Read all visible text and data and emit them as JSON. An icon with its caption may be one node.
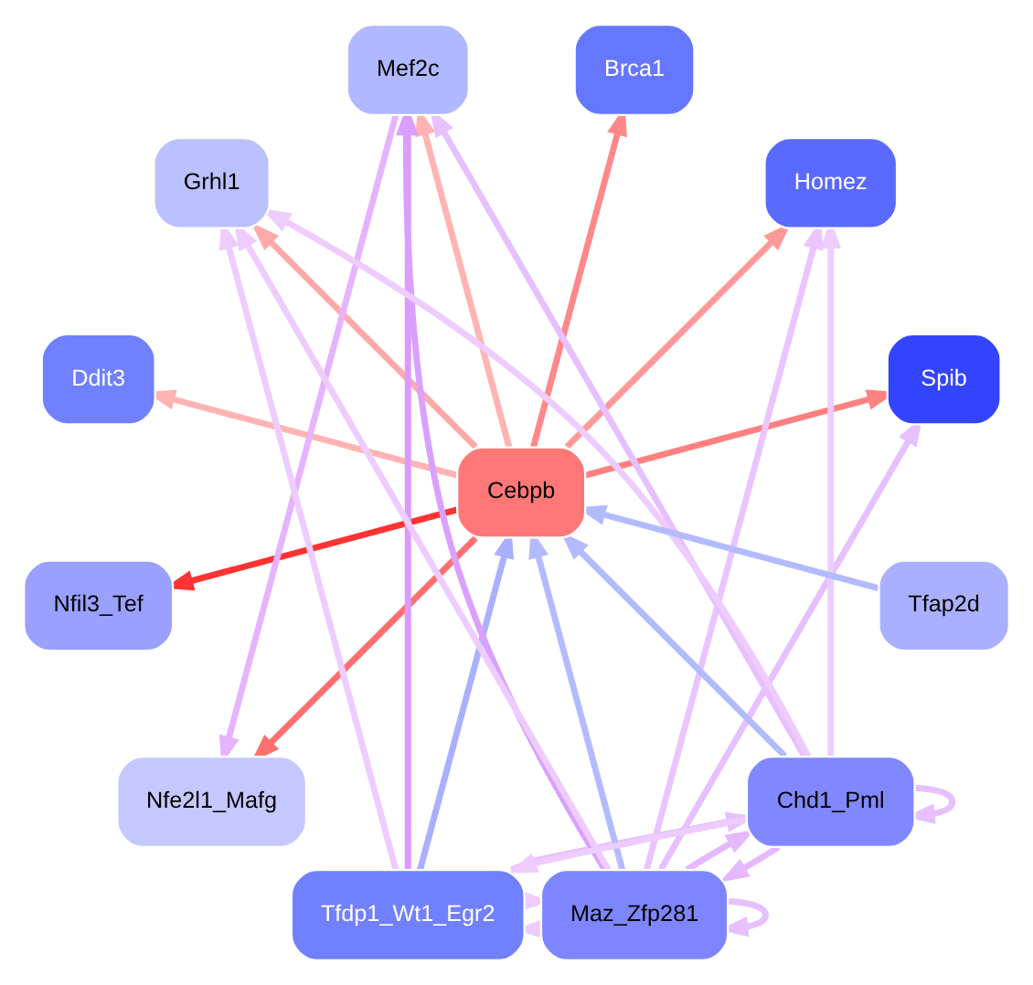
{
  "diagram": {
    "nodes": [
      {
        "text": [
          "Mef2c"
        ]
      },
      {
        "text": [
          "Brca1"
        ]
      },
      {
        "text": [
          "Grhl1"
        ]
      },
      {
        "text": [
          "Homez"
        ]
      },
      {
        "text": [
          "Ddit3"
        ]
      },
      {
        "text": [
          "Spib"
        ]
      },
      {
        "text": [
          "Cebpb"
        ]
      },
      {
        "text": [
          "Nfil3_Tef"
        ]
      },
      {
        "text": [
          "Tfap2d"
        ]
      },
      {
        "text": [
          "Nfe2l1_Mafg"
        ]
      },
      {
        "text": [
          "Chd1_Pml"
        ]
      },
      {
        "text": [
          "Tfdp1_Wt1_Egr2"
        ]
      },
      {
        "text": [
          "Maz_Zfp281"
        ]
      }
    ],
    "edges": [
      {
        "from": 6,
        "to": 0,
        "arrow": "to",
        "color": "#ffb3b3"
      },
      {
        "from": 6,
        "to": 1,
        "arrow": "to",
        "color": "#ff8888"
      },
      {
        "from": 6,
        "to": 2,
        "arrow": "to",
        "color": "#ffaaaa"
      },
      {
        "from": 6,
        "to": 3,
        "arrow": "to",
        "color": "#ff9999"
      },
      {
        "from": 6,
        "to": 4,
        "arrow": "to",
        "color": "#ffb3b3"
      },
      {
        "from": 6,
        "to": 5,
        "arrow": "to",
        "color": "#ff8080"
      },
      {
        "from": 6,
        "to": 7,
        "arrow": "to",
        "color": "#ff3333"
      },
      {
        "from": 6,
        "to": 9,
        "arrow": "to",
        "color": "#ff7070"
      },
      {
        "from": 8,
        "to": 6,
        "arrow": "to",
        "color": "#b3bbff"
      },
      {
        "from": 10,
        "to": 6,
        "arrow": "to",
        "color": "#b3bbff"
      },
      {
        "from": 12,
        "to": 6,
        "arrow": "to",
        "color": "#b3bbff"
      },
      {
        "from": 11,
        "to": 6,
        "arrow": "to",
        "color": "#a8b0ff"
      },
      {
        "from": 0,
        "to": 9,
        "arrow": "to",
        "color": "#e6b3ff"
      },
      {
        "from": 11,
        "to": 0,
        "arrow": "to",
        "color": "#dd99ff"
      },
      {
        "from": 12,
        "to": 0,
        "arrow": "to",
        "color": "#d9a0ff"
      },
      {
        "from": 10,
        "to": 0,
        "arrow": "to",
        "color": "#e6c0ff"
      },
      {
        "from": 10,
        "to": 2,
        "arrow": "to",
        "color": "#eeccff"
      },
      {
        "from": 11,
        "to": 2,
        "arrow": "to",
        "color": "#eeccff"
      },
      {
        "from": 12,
        "to": 2,
        "arrow": "to",
        "color": "#eeccff"
      },
      {
        "from": 12,
        "to": 3,
        "arrow": "to",
        "color": "#eac4ff"
      },
      {
        "from": 10,
        "to": 3,
        "arrow": "to",
        "color": "#eeccff"
      },
      {
        "from": 12,
        "to": 5,
        "arrow": "to",
        "color": "#e6c0ff"
      },
      {
        "from": 11,
        "to": 10,
        "arrow": "to",
        "color": "#e6c0ff"
      },
      {
        "from": 10,
        "to": 11,
        "arrow": "to",
        "color": "#eeccff"
      },
      {
        "from": 12,
        "to": 10,
        "arrow": "to",
        "color": "#e6b8ff"
      },
      {
        "from": 10,
        "to": 12,
        "arrow": "to",
        "color": "#e6b8ff"
      },
      {
        "from": 11,
        "to": 12,
        "arrow": "to",
        "color": "#eeccff"
      },
      {
        "from": 12,
        "to": 11,
        "arrow": "to",
        "color": "#eeccff"
      },
      {
        "from": 10,
        "to": 10,
        "arrow": "to",
        "color": "#e6c0ff"
      },
      {
        "from": 12,
        "to": 12,
        "arrow": "to",
        "color": "#e6c0ff"
      }
    ]
  }
}
